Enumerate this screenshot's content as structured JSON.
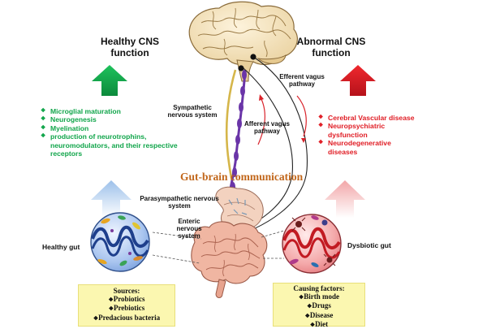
{
  "healthy_cns": {
    "title": "Healthy CNS function"
  },
  "abnormal_cns": {
    "title": "Abnormal CNS function"
  },
  "healthy_effects": [
    "Microglial maturation",
    "Neurogenesis",
    "Myelination",
    "production of neurotrophins, neuromodulators, and their respective receptors"
  ],
  "abnormal_effects": [
    "Cerebral Vascular disease",
    "Neuropsychiatric dysfunction",
    "Neurodegenerative diseases"
  ],
  "labels": {
    "efferent_vagus": "Efferent vagus pathway",
    "afferent_vagus": "Afferent vagus pathway",
    "sympathetic": "Sympathetic nervous system",
    "parasympathetic": "Parasympathetic nervous system",
    "enteric": "Enteric nervous system",
    "gut_brain": "Gut-brain communication",
    "healthy_gut": "Healthy gut",
    "dysbiotic_gut": "Dysbiotic gut"
  },
  "sources": {
    "title": "Sources:",
    "items": [
      "Probiotics",
      "Prebiotics",
      "Predacious bacteria"
    ]
  },
  "causing_factors": {
    "title": "Causing factors:",
    "items": [
      "Birth mode",
      "Drugs",
      "Disease",
      "Diet"
    ]
  },
  "colors": {
    "healthy": "#10a54a",
    "abnormal": "#e01c24",
    "gut_brain": "#c1661a",
    "box_fill": "#fbf7b0",
    "vagus_nerve": "#6a35a8"
  }
}
